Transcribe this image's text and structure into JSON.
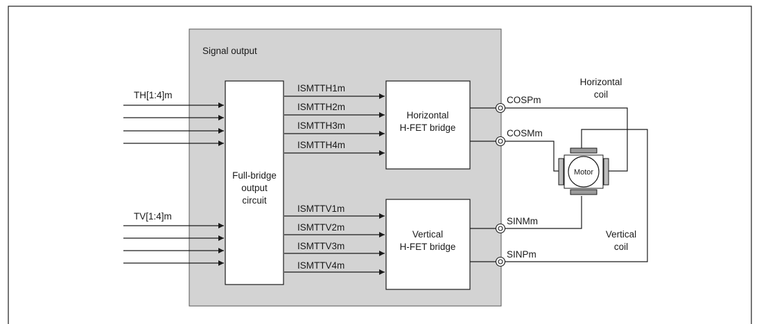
{
  "diagram": {
    "panel_title": "Signal output",
    "inputs": {
      "horizontal_label": "TH[1:4]m",
      "vertical_label": "TV[1:4]m"
    },
    "full_bridge": {
      "lines": [
        "Full-bridge",
        "output",
        "circuit"
      ]
    },
    "horizontal_signals": [
      "ISMTTH1m",
      "ISMTTH2m",
      "ISMTTH3m",
      "ISMTTH4m"
    ],
    "vertical_signals": [
      "ISMTTV1m",
      "ISMTTV2m",
      "ISMTTV3m",
      "ISMTTV4m"
    ],
    "horizontal_bridge": {
      "line1": "Horizontal",
      "line2": "H-FET bridge"
    },
    "vertical_bridge": {
      "line1": "Vertical",
      "line2": "H-FET bridge"
    },
    "terminals": {
      "cosp": "COSPm",
      "cosm": "COSMm",
      "sinm": "SINMm",
      "sinp": "SINPm"
    },
    "horizontal_coil": {
      "line1": "Horizontal",
      "line2": "coil"
    },
    "vertical_coil": {
      "line1": "Vertical",
      "line2": "coil"
    },
    "motor_label": "Motor",
    "colors": {
      "panel_fill": "#d3d3d3",
      "coil_fill": "#9a9a9a",
      "coil_fill_light": "#bdbdbd",
      "line": "#1a1a1a"
    }
  }
}
